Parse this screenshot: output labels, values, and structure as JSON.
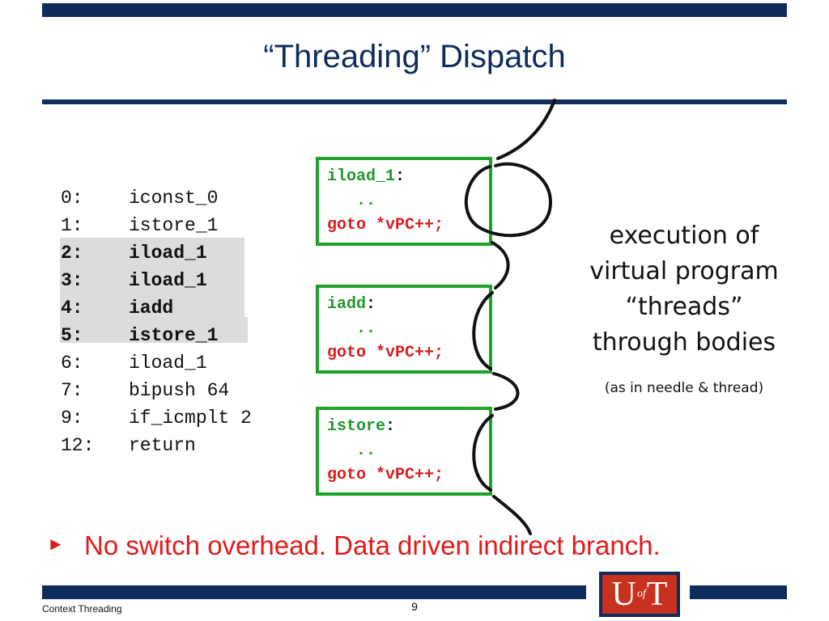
{
  "title": "“Threading” Dispatch",
  "listing": [
    {
      "num": "0:",
      "ins": "iconst_0",
      "highlighted": false
    },
    {
      "num": "1:",
      "ins": "istore_1",
      "highlighted": false
    },
    {
      "num": "2:",
      "ins": "iload_1",
      "highlighted": true
    },
    {
      "num": "3:",
      "ins": "iload_1",
      "highlighted": true
    },
    {
      "num": "4:",
      "ins": "iadd",
      "highlighted": true
    },
    {
      "num": "5:",
      "ins": "istore_1",
      "highlighted": true
    },
    {
      "num": "6:",
      "ins": "iload_1",
      "highlighted": false
    },
    {
      "num": "7:",
      "ins": "bipush 64",
      "highlighted": false
    },
    {
      "num": "9:",
      "ins": "if_icmplt 2",
      "highlighted": false
    },
    {
      "num": "12:",
      "ins": "return",
      "highlighted": false
    }
  ],
  "bodies": [
    {
      "label": "iload_1",
      "colon": ":",
      "dots": "..",
      "goto": "goto *vPC++;"
    },
    {
      "label": "iadd",
      "colon": ":",
      "dots": "..",
      "goto": "goto *vPC++;"
    },
    {
      "label": "istore",
      "colon": ":",
      "dots": "..",
      "goto": "goto *vPC++;"
    }
  ],
  "note": {
    "lines": [
      "execution of",
      "virtual program",
      "“threads”",
      "through bodies"
    ],
    "subtext": "(as in needle & thread)"
  },
  "bullet": {
    "marker": "►",
    "text": "No switch overhead. Data driven indirect branch."
  },
  "footer": {
    "left": "Context Threading",
    "page": "9"
  },
  "logo": {
    "u": "U",
    "of": "of",
    "t": "T"
  },
  "colors": {
    "navy": "#0e2d5c",
    "green": "#1fa12b",
    "red": "#d81f1f",
    "highlight": "#dcdcdc"
  }
}
